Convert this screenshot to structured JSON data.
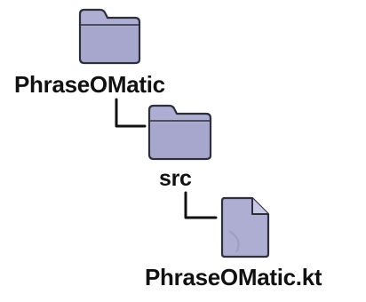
{
  "tree": {
    "root": {
      "label": "PhraseOMatic",
      "icon": "folder-icon"
    },
    "child": {
      "label": "src",
      "icon": "folder-icon"
    },
    "leaf": {
      "label": "PhraseOMatic.kt",
      "icon": "file-icon"
    }
  },
  "colors": {
    "icon_fill": "#aeaed2",
    "icon_shade": "#9191bd",
    "icon_stroke": "#2e2e3c",
    "connector": "#111111",
    "text": "#111111"
  }
}
